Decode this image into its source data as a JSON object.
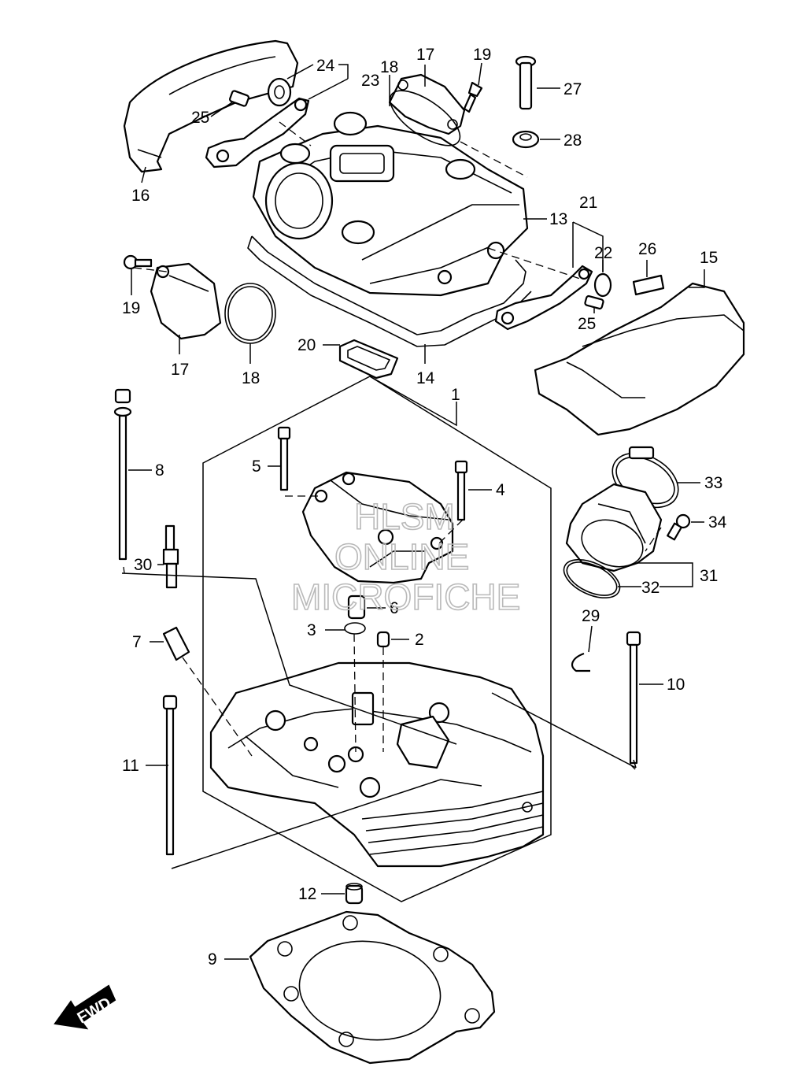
{
  "callouts": [
    {
      "id": "c1",
      "label": "1"
    },
    {
      "id": "c2",
      "label": "2"
    },
    {
      "id": "c3",
      "label": "3"
    },
    {
      "id": "c4",
      "label": "4"
    },
    {
      "id": "c5",
      "label": "5"
    },
    {
      "id": "c6",
      "label": "6"
    },
    {
      "id": "c7",
      "label": "7"
    },
    {
      "id": "c8",
      "label": "8"
    },
    {
      "id": "c9",
      "label": "9"
    },
    {
      "id": "c10",
      "label": "10"
    },
    {
      "id": "c11",
      "label": "11"
    },
    {
      "id": "c12",
      "label": "12"
    },
    {
      "id": "c13",
      "label": "13"
    },
    {
      "id": "c14",
      "label": "14"
    },
    {
      "id": "c15",
      "label": "15"
    },
    {
      "id": "c16",
      "label": "16"
    },
    {
      "id": "c17a",
      "label": "17"
    },
    {
      "id": "c17b",
      "label": "17"
    },
    {
      "id": "c18a",
      "label": "18"
    },
    {
      "id": "c18b",
      "label": "18"
    },
    {
      "id": "c19a",
      "label": "19"
    },
    {
      "id": "c19b",
      "label": "19"
    },
    {
      "id": "c20",
      "label": "20"
    },
    {
      "id": "c21",
      "label": "21"
    },
    {
      "id": "c22",
      "label": "22"
    },
    {
      "id": "c23",
      "label": "23"
    },
    {
      "id": "c24",
      "label": "24"
    },
    {
      "id": "c25a",
      "label": "25"
    },
    {
      "id": "c25b",
      "label": "25"
    },
    {
      "id": "c26",
      "label": "26"
    },
    {
      "id": "c27",
      "label": "27"
    },
    {
      "id": "c28",
      "label": "28"
    },
    {
      "id": "c29",
      "label": "29"
    },
    {
      "id": "c30",
      "label": "30"
    },
    {
      "id": "c31",
      "label": "31"
    },
    {
      "id": "c32",
      "label": "32"
    },
    {
      "id": "c33",
      "label": "33"
    },
    {
      "id": "c34",
      "label": "34"
    }
  ],
  "watermark": {
    "line1": "HLSM",
    "line2": "ONLINE",
    "line3": "MICROFICHE"
  },
  "fwd_label": "FWD"
}
